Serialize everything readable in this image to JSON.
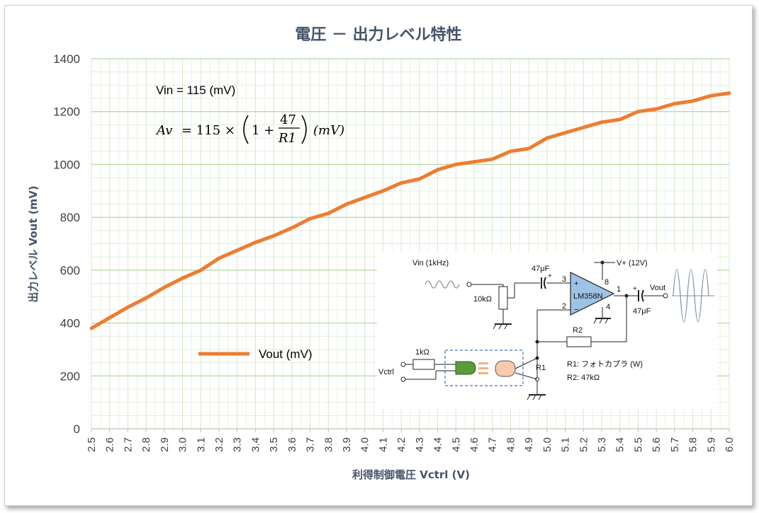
{
  "chart_data": {
    "type": "line",
    "title": "電圧 － 出力レベル特性",
    "xlabel": "利得制御電圧 Vctrl (V)",
    "ylabel": "出力レベル Vout (mV)",
    "xlim": [
      2.5,
      6.0
    ],
    "ylim": [
      0,
      1400
    ],
    "grid": true,
    "legend": "left-lower",
    "y_ticks": [
      "0",
      "200",
      "400",
      "600",
      "800",
      "1000",
      "1200",
      "1400"
    ],
    "x_ticks": [
      "2.5",
      "2.6",
      "2.7",
      "2.8",
      "2.9",
      "3.0",
      "3.1",
      "3.2",
      "3.3",
      "3.4",
      "3.5",
      "3.6",
      "3.7",
      "3.8",
      "3.9",
      "4.0",
      "4.1",
      "4.2",
      "4.3",
      "4.4",
      "4.5",
      "4.6",
      "4.7",
      "4.8",
      "4.9",
      "5.0",
      "5.1",
      "5.2",
      "5.3",
      "5.4",
      "5.5",
      "5.6",
      "5.7",
      "5.8",
      "5.9",
      "6.0"
    ],
    "series": [
      {
        "name": "Vout (mV)",
        "color": "#ed7d31",
        "x": [
          2.5,
          2.6,
          2.7,
          2.8,
          2.9,
          3.0,
          3.1,
          3.2,
          3.3,
          3.4,
          3.5,
          3.6,
          3.7,
          3.8,
          3.9,
          4.0,
          4.1,
          4.2,
          4.3,
          4.4,
          4.5,
          4.6,
          4.7,
          4.8,
          4.9,
          5.0,
          5.1,
          5.2,
          5.3,
          5.4,
          5.5,
          5.6,
          5.7,
          5.8,
          5.9,
          6.0
        ],
        "y": [
          380,
          420,
          460,
          495,
          535,
          570,
          600,
          645,
          675,
          705,
          730,
          760,
          795,
          815,
          850,
          875,
          900,
          930,
          945,
          980,
          1000,
          1010,
          1020,
          1050,
          1060,
          1100,
          1120,
          1140,
          1160,
          1170,
          1200,
          1210,
          1230,
          1240,
          1260,
          1270
        ]
      }
    ],
    "annotations": {
      "vin": "Vin = 115 (mV)",
      "formula_lhs": "Av",
      "formula_eq": "= 115 ×",
      "formula_one_plus": "1 +",
      "formula_num": "47",
      "formula_den": "R1",
      "formula_unit": "(mV)"
    }
  },
  "circuit": {
    "vin_label": "Vin (1kHz)",
    "c1_label": "47μF",
    "c2_label": "47μF",
    "pot_label": "10kΩ",
    "opamp_label": "LM358N",
    "vplus_label": "V+ (12V)",
    "vout_label": "Vout",
    "r2_label": "R2",
    "r1_label": "R1",
    "res_1k_label": "1kΩ",
    "vctrl_label": "Vctrl",
    "note1": "R1: フォトカプラ (W)",
    "note2": "R2: 47kΩ",
    "pin_plus": "+",
    "pin_minus": "−",
    "pin1": "1",
    "pin2": "2",
    "pin3": "3",
    "pin4": "4",
    "pin8": "8",
    "cap_plus": "+"
  }
}
